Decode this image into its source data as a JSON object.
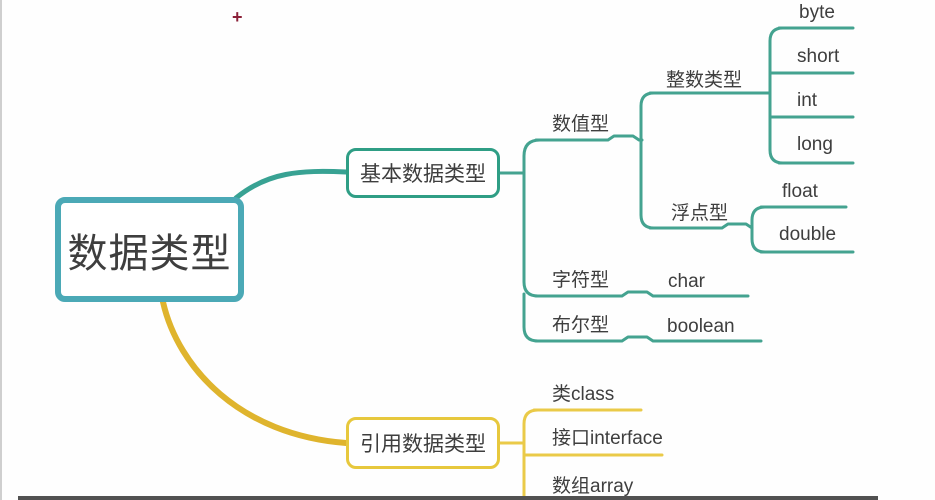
{
  "meta": {
    "cursor_glyph": "+"
  },
  "colors": {
    "root_border": "#4BA9B6",
    "basic_border": "#2F9E85",
    "basic_line": "#44A390",
    "basic_curve": "#38A293",
    "ref_border": "#E7C83D",
    "ref_line": "#EACA48",
    "ref_curve": "#DFB42D",
    "text": "#3E3E3E",
    "cursor": "#8B2038",
    "bottom_bar": "#515151",
    "left_edge": "#CFCFCF"
  },
  "mindmap": {
    "root": {
      "label": "数据类型"
    },
    "branches": [
      {
        "label": "基本数据类型",
        "children": [
          {
            "label": "数值型",
            "children": [
              {
                "label": "整数类型",
                "children": [
                  {
                    "label": "byte"
                  },
                  {
                    "label": "short"
                  },
                  {
                    "label": "int"
                  },
                  {
                    "label": "long"
                  }
                ]
              },
              {
                "label": "浮点型",
                "children": [
                  {
                    "label": "float"
                  },
                  {
                    "label": "double"
                  }
                ]
              }
            ]
          },
          {
            "label": "字符型",
            "children": [
              {
                "label": "char"
              }
            ]
          },
          {
            "label": "布尔型",
            "children": [
              {
                "label": "boolean"
              }
            ]
          }
        ]
      },
      {
        "label": "引用数据类型",
        "children": [
          {
            "label": "类class"
          },
          {
            "label": "接口interface"
          },
          {
            "label": "数组array"
          }
        ]
      }
    ]
  }
}
